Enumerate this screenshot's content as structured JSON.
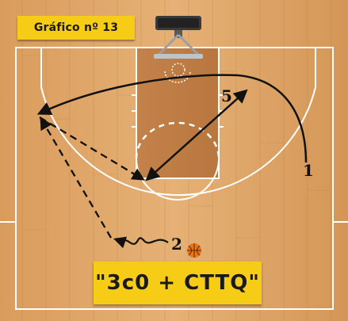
{
  "diagram": {
    "title": "Gráfico nº 13",
    "play_name": "\"3c0 + CTTQ\"",
    "players": [
      {
        "label": "1"
      },
      {
        "label": "2"
      },
      {
        "label": "5"
      }
    ]
  },
  "colors": {
    "label_bg": "#f7cc17",
    "court_line": "#ffffff",
    "wood_light": "#e8b47a",
    "wood_dark": "#c98b4e",
    "ink": "#111111",
    "ball": "#e8731c"
  },
  "icons": [
    "basket-icon",
    "ball-icon"
  ]
}
